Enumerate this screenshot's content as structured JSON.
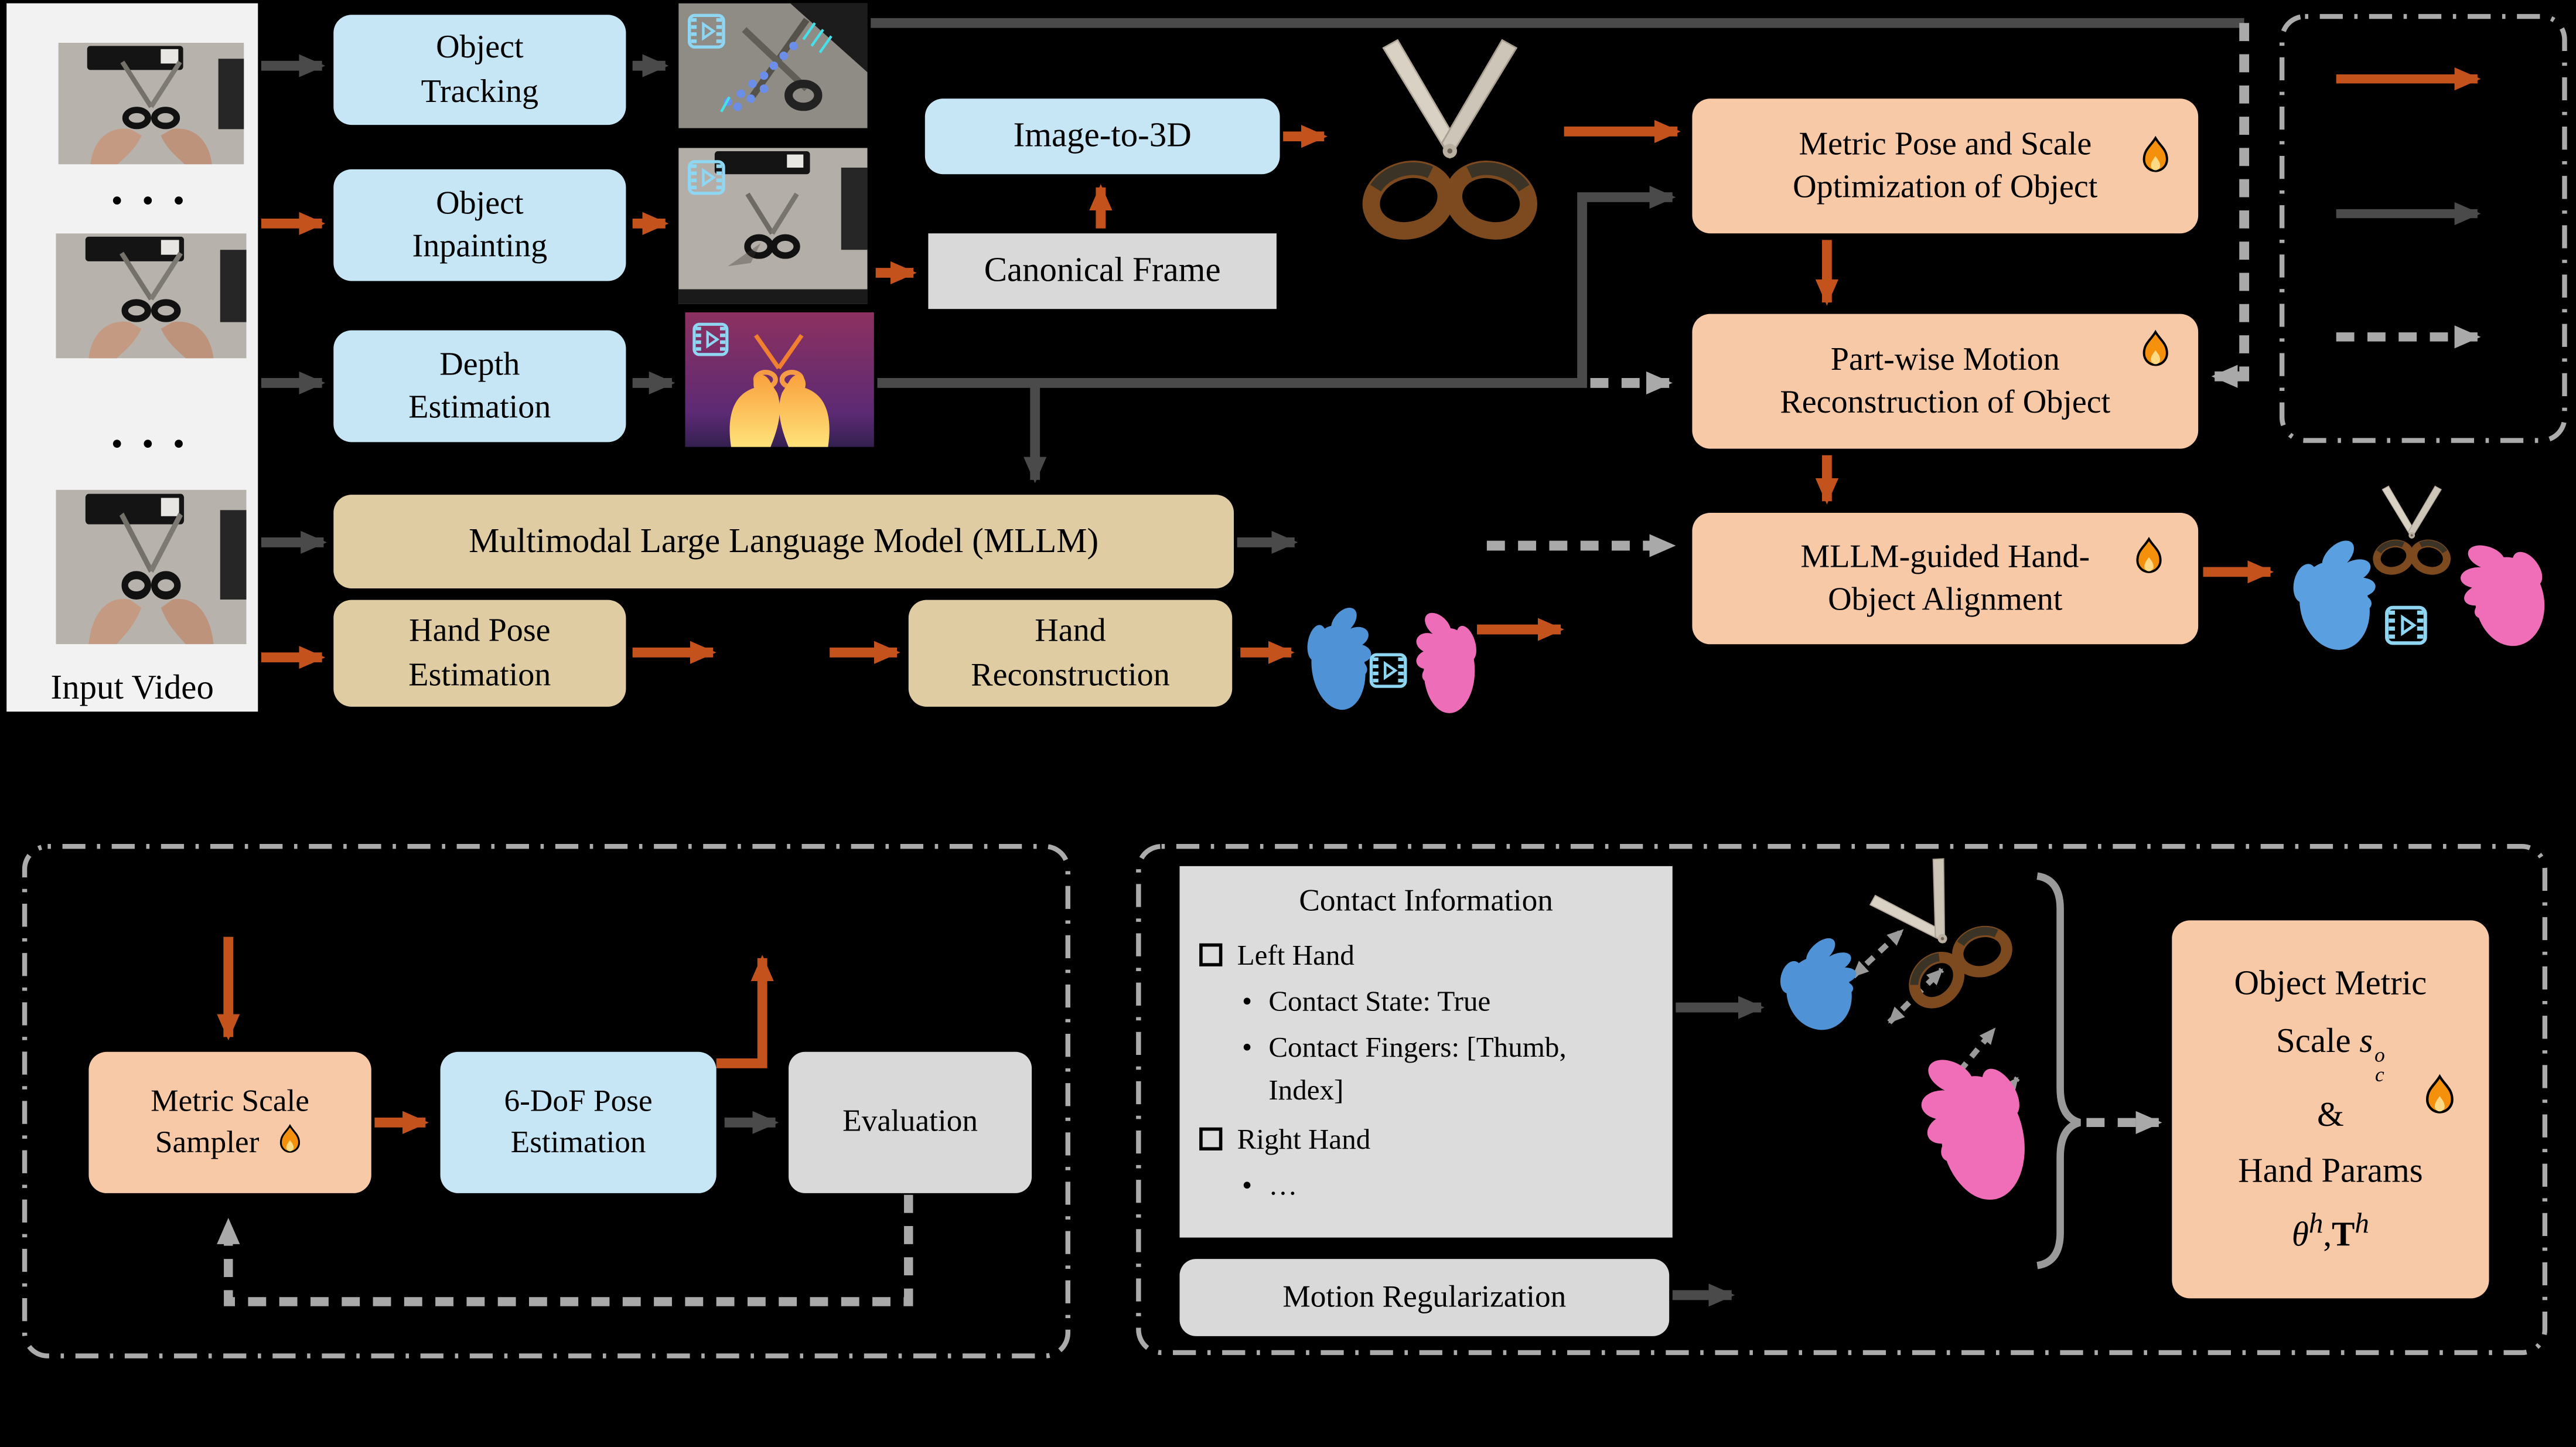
{
  "figure": {
    "input": {
      "label": "Input Video",
      "ellipsis": "• • •"
    },
    "modules": {
      "object_tracking": {
        "line1": "Object",
        "line2": "Tracking"
      },
      "object_inpainting": {
        "line1": "Object",
        "line2": "Inpainting"
      },
      "depth_estimation": {
        "line1": "Depth",
        "line2": "Estimation"
      },
      "image_to_3d": {
        "label": "Image-to-3D"
      },
      "canonical_frame": {
        "label": "Canonical Frame"
      },
      "mllm": {
        "label": "Multimodal Large Language Model (MLLM)"
      },
      "hand_pose": {
        "line1": "Hand Pose",
        "line2": "Estimation"
      },
      "hand_recon": {
        "line1": "Hand",
        "line2": "Reconstruction"
      },
      "metric_pose": {
        "line1": "Metric Pose and Scale",
        "line2": "Optimization of Object"
      },
      "part_wise": {
        "line1": "Part-wise Motion",
        "line2": "Reconstruction of Object"
      },
      "alignment": {
        "line1": "MLLM-guided Hand-",
        "line2": "Object Alignment"
      }
    },
    "sampler_module": {
      "metric_scale_sampler": {
        "line1": "Metric Scale",
        "line2": "Sampler"
      },
      "six_dof": {
        "line1": "6-DoF Pose",
        "line2": "Estimation"
      },
      "evaluation": {
        "label": "Evaluation"
      }
    },
    "alignment_module": {
      "contact_info": {
        "title": "Contact Information",
        "left_hand": "Left Hand",
        "contact_state": "Contact State: True",
        "contact_fingers": "Contact Fingers: [Thumb, Index]",
        "right_hand": "Right Hand",
        "more": "…",
        "bullet": "•"
      },
      "motion_reg": {
        "label": "Motion Regularization"
      },
      "output": {
        "line1": "Object Metric",
        "scale_word": "Scale",
        "s": "s",
        "s_sup": "o",
        "s_sub": "c",
        "amp": "&",
        "line3": "Hand Params",
        "theta": "θ",
        "theta_sup": "h",
        "comma": ",",
        "T": "T",
        "T_sup": "h"
      }
    },
    "colors": {
      "arrow_orange": "#c4521c",
      "arrow_dark_gray": "#4a4a4a",
      "arrow_light_gray": "#a9a9a9",
      "box_blue": "#c7e6f5",
      "box_tan": "#dfcca2",
      "box_salmon": "#f7c9a7",
      "box_gray": "#d9d9d9",
      "background": "#000000",
      "hand_blue": "#4f93d6",
      "hand_pink": "#ee6db8"
    }
  }
}
